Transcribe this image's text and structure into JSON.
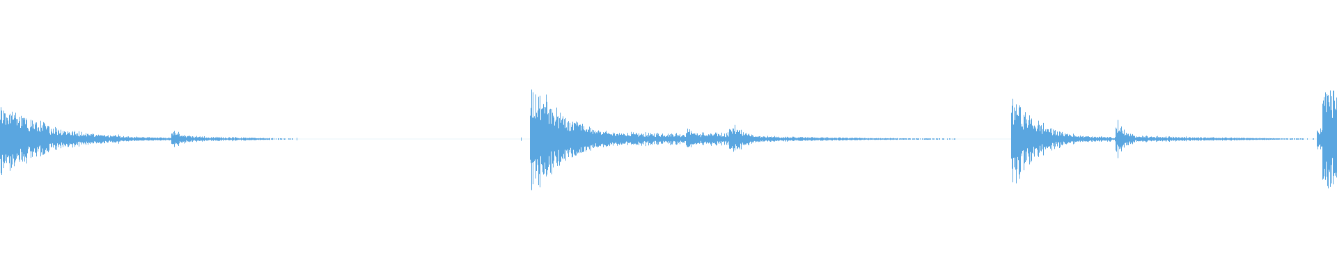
{
  "waveform": {
    "color": "#5aa6e0",
    "background": "#ffffff",
    "events": [
      {
        "time_fraction": 0.0,
        "peak": 0.42,
        "decay": 0.035,
        "tail": 0.22
      },
      {
        "time_fraction": 0.008,
        "peak": 0.3,
        "decay": 0.02,
        "tail": 0.2
      },
      {
        "time_fraction": 0.129,
        "peak": 0.12,
        "decay": 0.01,
        "tail": 0.1
      },
      {
        "time_fraction": 0.397,
        "peak": 0.5,
        "decay": 0.03,
        "tail": 0.35
      },
      {
        "time_fraction": 0.403,
        "peak": 0.52,
        "decay": 0.025,
        "tail": 0.3
      },
      {
        "time_fraction": 0.452,
        "peak": 0.1,
        "decay": 0.01,
        "tail": 0.12
      },
      {
        "time_fraction": 0.514,
        "peak": 0.13,
        "decay": 0.01,
        "tail": 0.12
      },
      {
        "time_fraction": 0.546,
        "peak": 0.2,
        "decay": 0.012,
        "tail": 0.15
      },
      {
        "time_fraction": 0.757,
        "peak": 0.5,
        "decay": 0.02,
        "tail": 0.25
      },
      {
        "time_fraction": 0.835,
        "peak": 0.22,
        "decay": 0.008,
        "tail": 0.15
      },
      {
        "time_fraction": 0.99,
        "peak": 0.75,
        "decay": 0.02,
        "tail": 0.3
      }
    ],
    "noise_regions": [
      {
        "start_fraction": 0.0,
        "end_fraction": 0.09,
        "level": 0.035
      },
      {
        "start_fraction": 0.397,
        "end_fraction": 0.56,
        "level": 0.05
      },
      {
        "start_fraction": 0.757,
        "end_fraction": 0.815,
        "level": 0.02
      },
      {
        "start_fraction": 0.985,
        "end_fraction": 1.0,
        "level": 0.08
      }
    ],
    "specks": [
      0.1,
      0.104,
      0.108,
      0.166,
      0.182,
      0.222,
      0.39,
      0.57,
      0.582,
      0.593,
      0.612,
      0.643,
      0.666,
      0.858,
      0.866,
      0.874
    ]
  }
}
